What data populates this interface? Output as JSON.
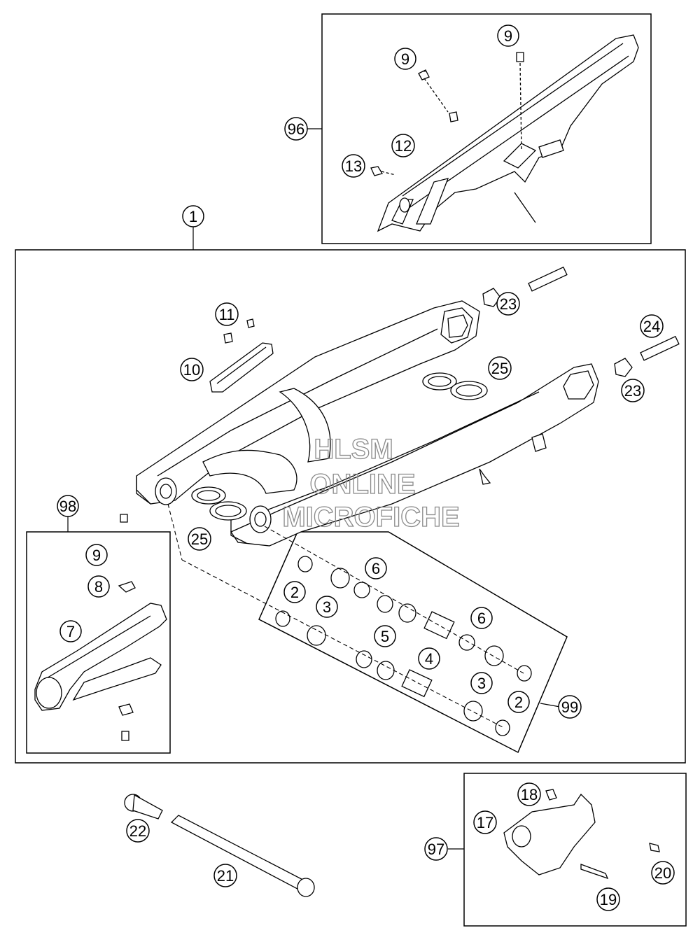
{
  "labels": {
    "c1": "1",
    "c2a": "2",
    "c2b": "2",
    "c3a": "3",
    "c3b": "3",
    "c4": "4",
    "c5": "5",
    "c6a": "6",
    "c6b": "6",
    "c7": "7",
    "c8": "8",
    "c9a": "9",
    "c9b": "9",
    "c9c": "9",
    "c10": "10",
    "c11": "11",
    "c12": "12",
    "c13": "13",
    "c17": "17",
    "c18": "18",
    "c19": "19",
    "c20": "20",
    "c21": "21",
    "c22": "22",
    "c23a": "23",
    "c23b": "23",
    "c24": "24",
    "c25a": "25",
    "c25b": "25",
    "c96": "96",
    "c97": "97",
    "c98": "98",
    "c99": "99"
  },
  "watermark": {
    "line1": "HLSM",
    "line2": "ONLINE",
    "line3": "MICROFICHE"
  }
}
